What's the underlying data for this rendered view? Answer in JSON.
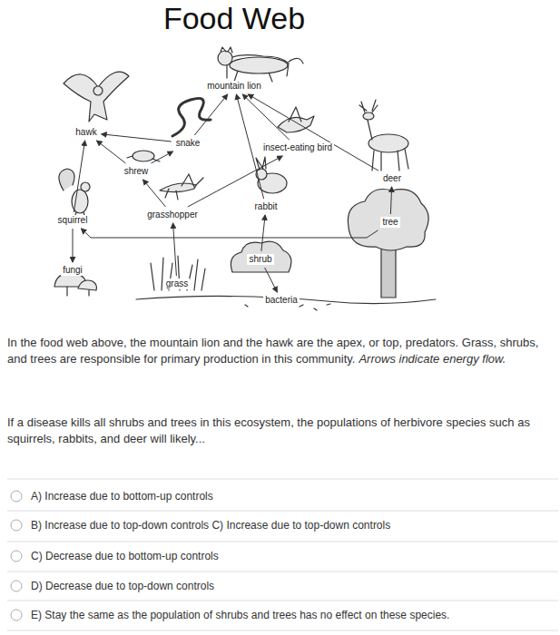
{
  "diagram": {
    "title": "Food Web",
    "nodes": [
      {
        "text": [
          "hawk"
        ]
      },
      {
        "text": [
          "mountain lion"
        ]
      },
      {
        "text": [
          "snake"
        ]
      },
      {
        "text": [
          "insect-eating bird"
        ]
      },
      {
        "text": [
          "shrew"
        ]
      },
      {
        "text": [
          "deer"
        ]
      },
      {
        "text": [
          "rabbit"
        ]
      },
      {
        "text": [
          "squirrel"
        ]
      },
      {
        "text": [
          "grasshopper"
        ]
      },
      {
        "text": [
          "tree"
        ]
      },
      {
        "text": [
          "shrub"
        ]
      },
      {
        "text": [
          "fungi"
        ]
      },
      {
        "text": [
          "grass"
        ]
      },
      {
        "text": [
          "bacteria"
        ]
      }
    ],
    "edges": [
      {
        "from": 12,
        "to": 8,
        "arrow": "to"
      },
      {
        "from": 8,
        "to": 4,
        "arrow": "to"
      },
      {
        "from": 8,
        "to": 3,
        "arrow": "to"
      },
      {
        "from": 4,
        "to": 2,
        "arrow": "to"
      },
      {
        "from": 4,
        "to": 0,
        "arrow": "to"
      },
      {
        "from": 2,
        "to": 0,
        "arrow": "to"
      },
      {
        "from": 2,
        "to": 1,
        "arrow": "to"
      },
      {
        "from": 3,
        "to": 1,
        "arrow": "to"
      },
      {
        "from": 6,
        "to": 1,
        "arrow": "to"
      },
      {
        "from": 5,
        "to": 1,
        "arrow": "to"
      },
      {
        "from": 9,
        "to": 5,
        "arrow": "to"
      },
      {
        "from": 10,
        "to": 6,
        "arrow": "to"
      },
      {
        "from": 9,
        "to": 7,
        "arrow": "to"
      },
      {
        "from": 7,
        "to": 0,
        "arrow": "to"
      },
      {
        "from": 7,
        "to": 11,
        "arrow": "to"
      },
      {
        "from": 10,
        "to": 13,
        "arrow": "to"
      }
    ],
    "labels": [
      "In the food web above, the mountain lion and the hawk are the apex, or top, predators. Grass, shrubs, and trees are responsible for primary production in this community.",
      "Arrows indicate energy flow.",
      "If a disease kills all shrubs and trees in this ecosystem, the populations of herbivore species such as squirrels, rabbits, and deer will likely...",
      "A) Increase due to bottom-up controls",
      "B) Increase due to top-down controls C) Increase due to top-down controls",
      "C) Decrease due to bottom-up controls",
      "D) Decrease due to top-down controls",
      "E) Stay the same as the population of shrubs and trees has no effect on these species."
    ]
  }
}
